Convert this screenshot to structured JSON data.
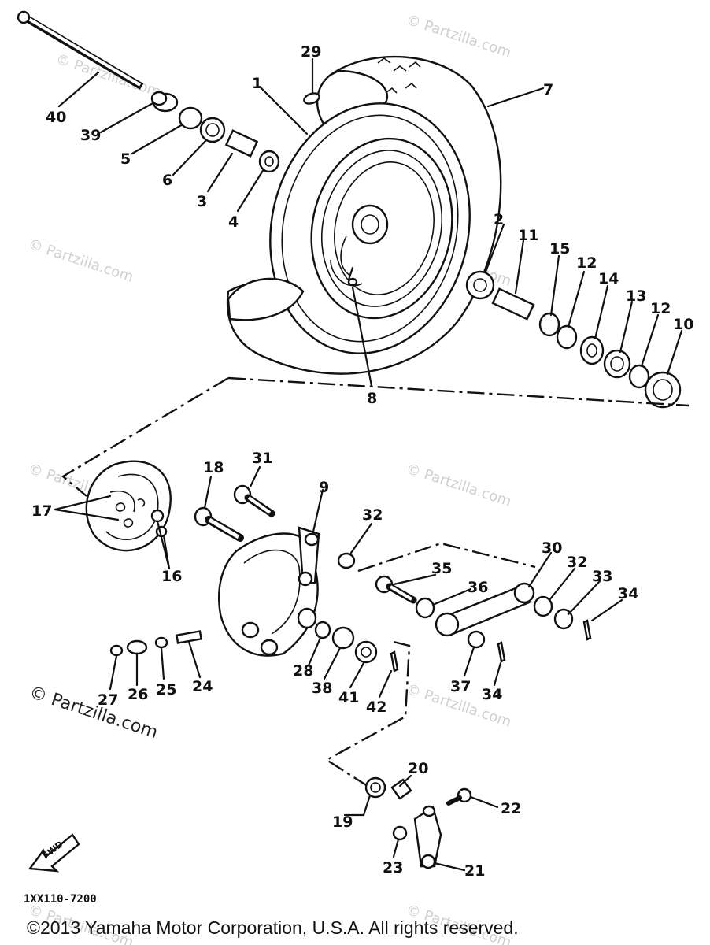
{
  "diagram_code": "1XX110-7200",
  "copyright": "©2013  Yamaha Motor Corporation, U.S.A. All rights reserved.",
  "watermark": "© Partzilla.com",
  "fwd_label": "FWD",
  "callouts": {
    "c1": "1",
    "c2": "2",
    "c3": "3",
    "c4": "4",
    "c5": "5",
    "c6": "6",
    "c7": "7",
    "c8": "8",
    "c9": "9",
    "c10": "10",
    "c11": "11",
    "c12a": "12",
    "c12b": "12",
    "c13": "13",
    "c14": "14",
    "c15": "15",
    "c16": "16",
    "c17": "17",
    "c18": "18",
    "c19": "19",
    "c20": "20",
    "c21": "21",
    "c22": "22",
    "c23": "23",
    "c24": "24",
    "c25": "25",
    "c26": "26",
    "c27": "27",
    "c28": "28",
    "c29": "29",
    "c30": "30",
    "c31": "31",
    "c32a": "32",
    "c32b": "32",
    "c33": "33",
    "c34a": "34",
    "c34b": "34",
    "c35": "35",
    "c36": "36",
    "c37": "37",
    "c38": "38",
    "c39": "39",
    "c40": "40",
    "c41": "41",
    "c42": "42"
  }
}
